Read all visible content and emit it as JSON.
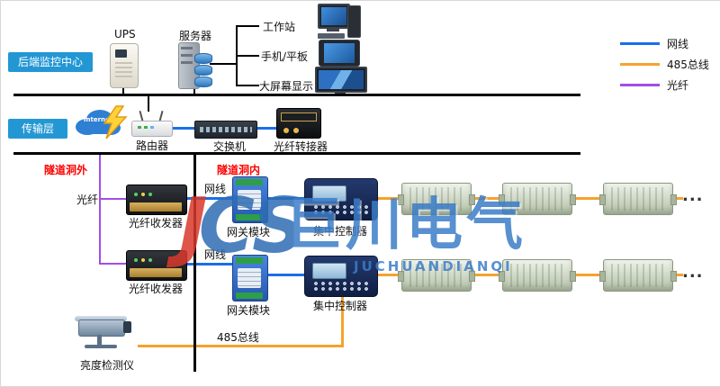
{
  "colors": {
    "badge_blue": "#2397d4",
    "red_text": "#ff0000",
    "line_black": "#000000",
    "net_blue": "#1a6ee8",
    "bus_orange": "#f5a22d",
    "fiber_purple": "#a24de8",
    "watermark_blue": "#3b7dc8",
    "logo_red": "#d9392c"
  },
  "legend": {
    "items": [
      {
        "label": "网线"
      },
      {
        "label": "485总线"
      },
      {
        "label": "光纤"
      }
    ]
  },
  "backend": {
    "badge": "后端监控中心",
    "ups": "UPS",
    "server": "服务器",
    "branches": [
      {
        "label": "工作站"
      },
      {
        "label": "手机/平板"
      },
      {
        "label": "大屏幕显示"
      }
    ]
  },
  "transmission": {
    "badge": "传输层",
    "internet": "Internet",
    "router": "路由器",
    "switch": "交换机",
    "adapter": "光纤转接器"
  },
  "tunnel": {
    "outside": "隧道洞外",
    "inside": "隧道洞内",
    "fiber": "光纤",
    "rows": [
      {
        "cable": "网线",
        "transceiver": "光纤收发器",
        "gateway": "网关模块",
        "controller": "集中控制器",
        "more": "..."
      },
      {
        "cable": "网线",
        "transceiver": "光纤收发器",
        "gateway": "网关模块",
        "controller": "集中控制器",
        "more": "..."
      }
    ],
    "brightness": "亮度检测仪",
    "bus": "485总线"
  },
  "watermark": {
    "logo_j": "J",
    "logo_cs": "CS",
    "title": "巨川电气",
    "subtitle": "JUCHUANDIANQI"
  }
}
